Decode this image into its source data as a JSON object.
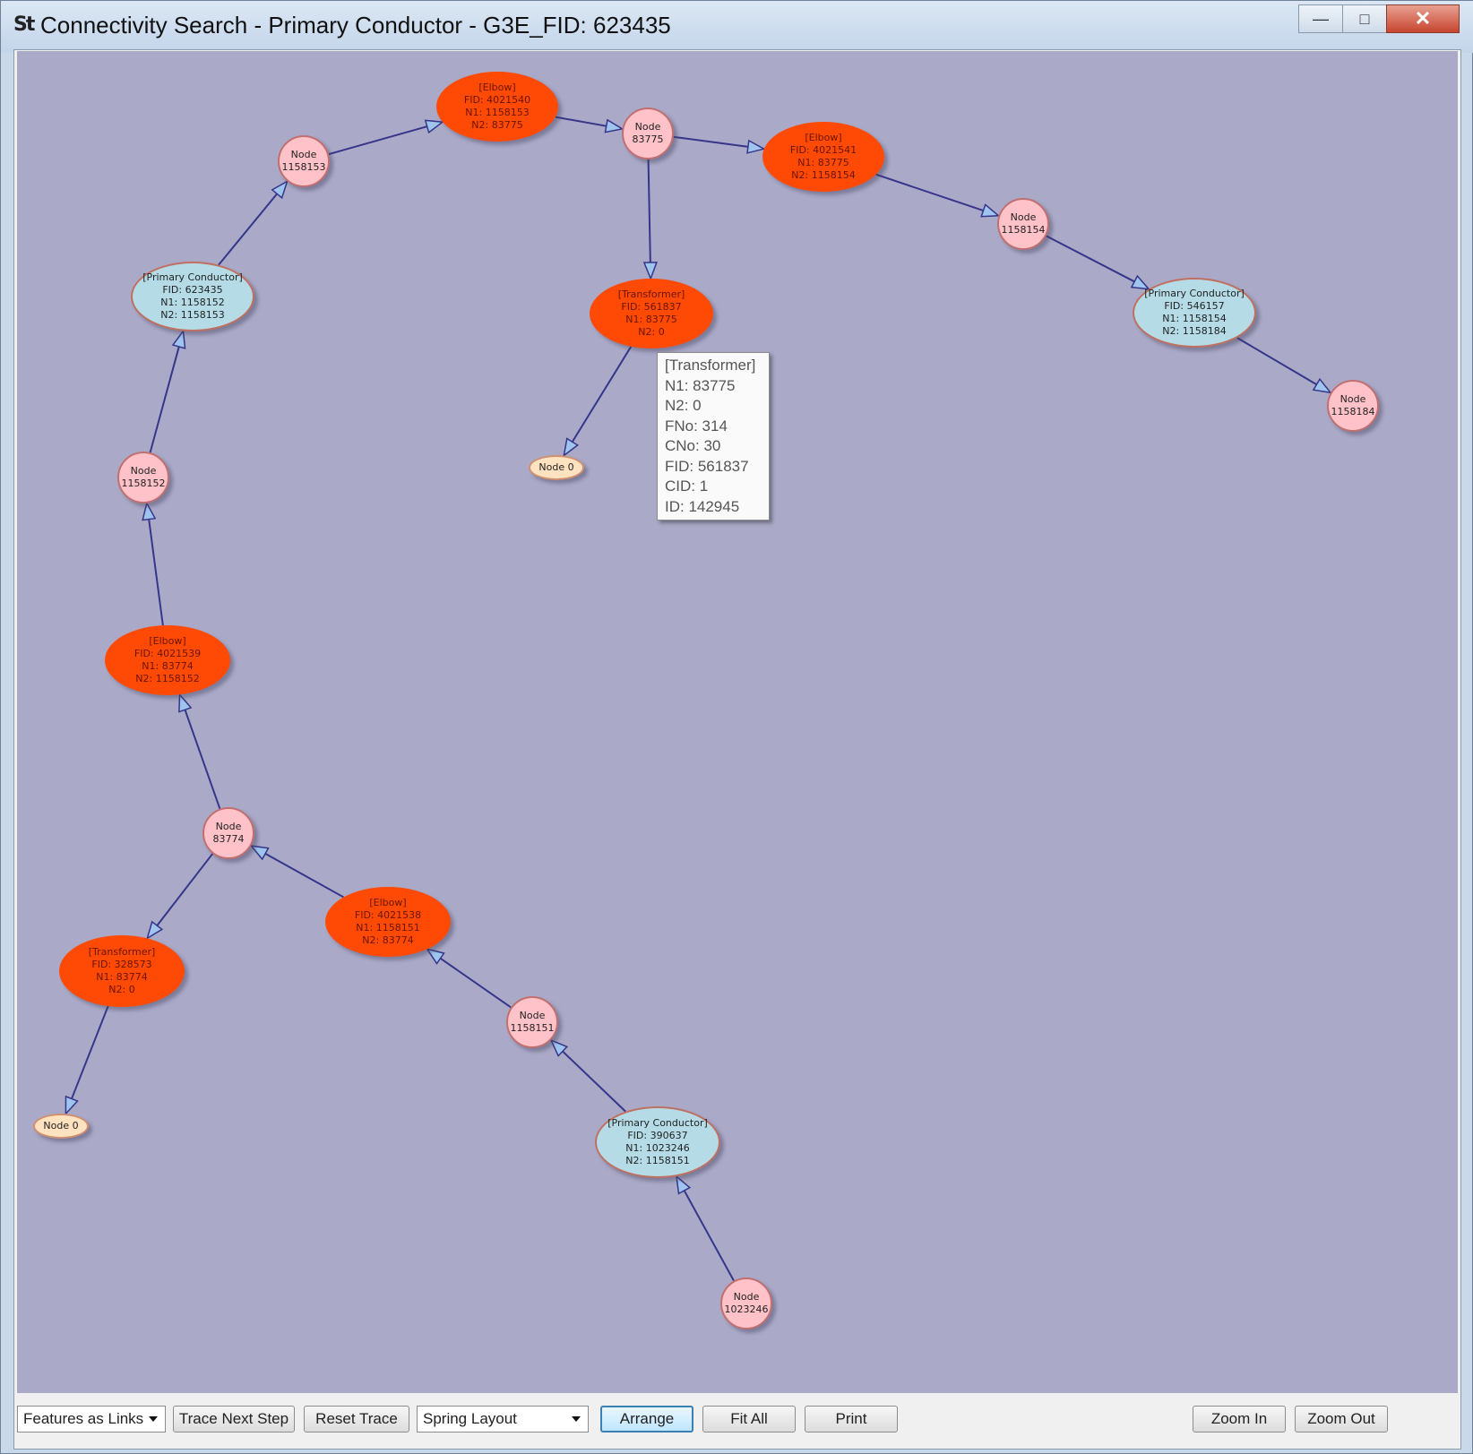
{
  "window": {
    "app_icon_text": "St",
    "title": "Connectivity Search - Primary Conductor - G3E_FID: 623435",
    "minimize_glyph": "—",
    "maximize_glyph": "□",
    "close_glyph": "✕"
  },
  "graph": {
    "nodes": [
      {
        "id": "elbow-4021540",
        "kind": "elbow",
        "lines": [
          "[Elbow]",
          "FID: 4021540",
          "N1: 1158153",
          "N2: 83775"
        ]
      },
      {
        "id": "node-83775-top",
        "kind": "node",
        "lines": [
          "Node",
          "83775"
        ]
      },
      {
        "id": "elbow-4021541",
        "kind": "elbow",
        "lines": [
          "[Elbow]",
          "FID: 4021541",
          "N1: 83775",
          "N2: 1158154"
        ]
      },
      {
        "id": "node-1158153",
        "kind": "node",
        "lines": [
          "Node",
          "1158153"
        ]
      },
      {
        "id": "node-1158154",
        "kind": "node",
        "lines": [
          "Node",
          "1158154"
        ]
      },
      {
        "id": "conductor-623435",
        "kind": "conductor",
        "lines": [
          "[Primary Conductor]",
          "FID: 623435",
          "N1: 1158152",
          "N2: 1158153"
        ]
      },
      {
        "id": "transformer-561837",
        "kind": "transformer",
        "lines": [
          "[Transformer]",
          "FID: 561837",
          "N1: 83775",
          "N2: 0"
        ]
      },
      {
        "id": "conductor-546157",
        "kind": "conductor",
        "lines": [
          "[Primary Conductor]",
          "FID: 546157",
          "N1: 1158154",
          "N2: 1158184"
        ]
      },
      {
        "id": "node-1158184",
        "kind": "node",
        "lines": [
          "Node",
          "1158184"
        ]
      },
      {
        "id": "node-0-upper",
        "kind": "node0",
        "lines": [
          "Node 0"
        ]
      },
      {
        "id": "node-1158152",
        "kind": "node",
        "lines": [
          "Node",
          "1158152"
        ]
      },
      {
        "id": "elbow-4021539",
        "kind": "elbow",
        "lines": [
          "[Elbow]",
          "FID: 4021539",
          "N1: 83774",
          "N2: 1158152"
        ]
      },
      {
        "id": "node-83774",
        "kind": "node",
        "lines": [
          "Node",
          "83774"
        ]
      },
      {
        "id": "elbow-4021538",
        "kind": "elbow",
        "lines": [
          "[Elbow]",
          "FID: 4021538",
          "N1: 1158151",
          "N2: 83774"
        ]
      },
      {
        "id": "transformer-328573",
        "kind": "transformer",
        "lines": [
          "[Transformer]",
          "FID: 328573",
          "N1: 83774",
          "N2: 0"
        ]
      },
      {
        "id": "node-1158151",
        "kind": "node",
        "lines": [
          "Node",
          "1158151"
        ]
      },
      {
        "id": "node-0-lower",
        "kind": "node0",
        "lines": [
          "Node 0"
        ]
      },
      {
        "id": "conductor-390637",
        "kind": "conductor",
        "lines": [
          "[Primary Conductor]",
          "FID: 390637",
          "N1: 1023246",
          "N2: 1158151"
        ]
      },
      {
        "id": "node-1023246",
        "kind": "node",
        "lines": [
          "Node",
          "1023246"
        ]
      }
    ],
    "edges": [
      [
        "node-1023246",
        "conductor-390637"
      ],
      [
        "conductor-390637",
        "node-1158151"
      ],
      [
        "node-1158151",
        "elbow-4021538"
      ],
      [
        "elbow-4021538",
        "node-83774"
      ],
      [
        "node-83774",
        "transformer-328573"
      ],
      [
        "transformer-328573",
        "node-0-lower"
      ],
      [
        "node-83774",
        "elbow-4021539"
      ],
      [
        "elbow-4021539",
        "node-1158152"
      ],
      [
        "node-1158152",
        "conductor-623435"
      ],
      [
        "conductor-623435",
        "node-1158153"
      ],
      [
        "node-1158153",
        "elbow-4021540"
      ],
      [
        "elbow-4021540",
        "node-83775-top"
      ],
      [
        "node-83775-top",
        "transformer-561837"
      ],
      [
        "transformer-561837",
        "node-0-upper"
      ],
      [
        "node-83775-top",
        "elbow-4021541"
      ],
      [
        "elbow-4021541",
        "node-1158154"
      ],
      [
        "node-1158154",
        "conductor-546157"
      ],
      [
        "conductor-546157",
        "node-1158184"
      ]
    ]
  },
  "tooltip": {
    "lines": [
      "[Transformer]",
      "N1: 83775",
      "N2: 0",
      "FNo: 314",
      "CNo: 30",
      "FID: 561837",
      "CID: 1",
      "ID: 142945"
    ]
  },
  "toolbar": {
    "display_mode": "Features as Links",
    "trace_next_step": "Trace Next Step",
    "reset_trace": "Reset Trace",
    "layout": "Spring Layout",
    "arrange": "Arrange",
    "fit_all": "Fit All",
    "print": "Print",
    "zoom_in": "Zoom In",
    "zoom_out": "Zoom Out"
  },
  "colors": {
    "canvas_bg": "#aaaac8",
    "node_fill": "#ffc2c8",
    "node0_fill": "#ffe2c0",
    "elbow_fill": "#ff4a05",
    "transformer_fill": "#ff4a05",
    "conductor_fill": "#b5dce6",
    "edge": "#35358a",
    "arrow_fill": "#9fc4ee"
  }
}
